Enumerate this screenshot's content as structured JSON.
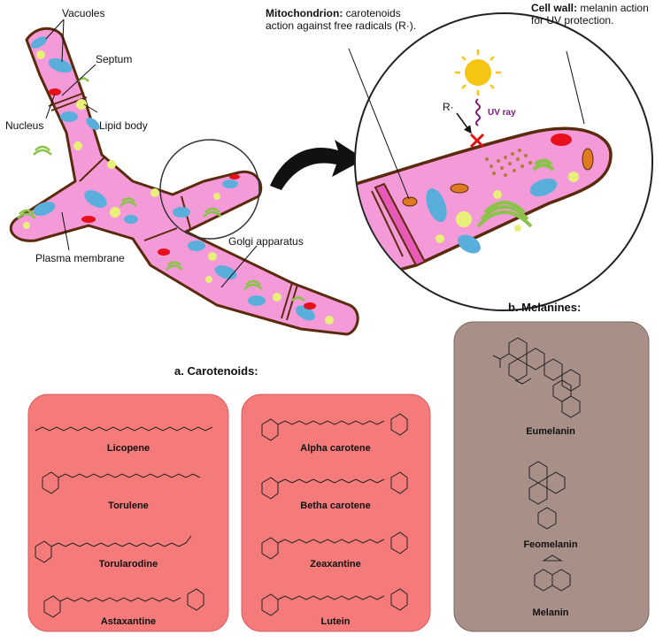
{
  "labels": {
    "vacuoles": "Vacuoles",
    "septum": "Septum",
    "nucleus": "Nucleus",
    "lipid_body": "Lipid body",
    "plasma_membrane": "Plasma membrane",
    "golgi": "Golgi apparatus",
    "mito_bold": "Mitochondrion:",
    "mito_text_1": "carotenoids",
    "mito_text_2": "action against free radicals (R·).",
    "wall_bold": "Cell wall:",
    "wall_text_1": "melanin action",
    "wall_text_2": "for UV protection.",
    "radical": "R·",
    "uv_ray": "UV ray"
  },
  "sections": {
    "carotenoids_title": "a. Carotenoids:",
    "melanines_title": "b. Melanines:"
  },
  "carotenoids_left": [
    "Licopene",
    "Torulene",
    "Torularodine",
    "Astaxantine"
  ],
  "carotenoids_right": [
    "Alpha carotene",
    "Betha carotene",
    "Zeaxantine",
    "Lutein"
  ],
  "melanines": [
    "Eumelanin",
    "Feomelanin",
    "Melanin"
  ],
  "colors": {
    "cytoplasm": "#f49ad8",
    "membrane": "#5a2a0a",
    "vacuole": "#5aaedc",
    "lipid": "#e8f07a",
    "golgi": "#8bc34a",
    "nucleus": "#e8101c",
    "mitochondrion": "#e07a20",
    "carotenoid_panel": "#f57a7a",
    "melanin_panel": "#a89088",
    "sun": "#f6c514",
    "uv": "#7a1a7a",
    "cross": "#e01010"
  }
}
